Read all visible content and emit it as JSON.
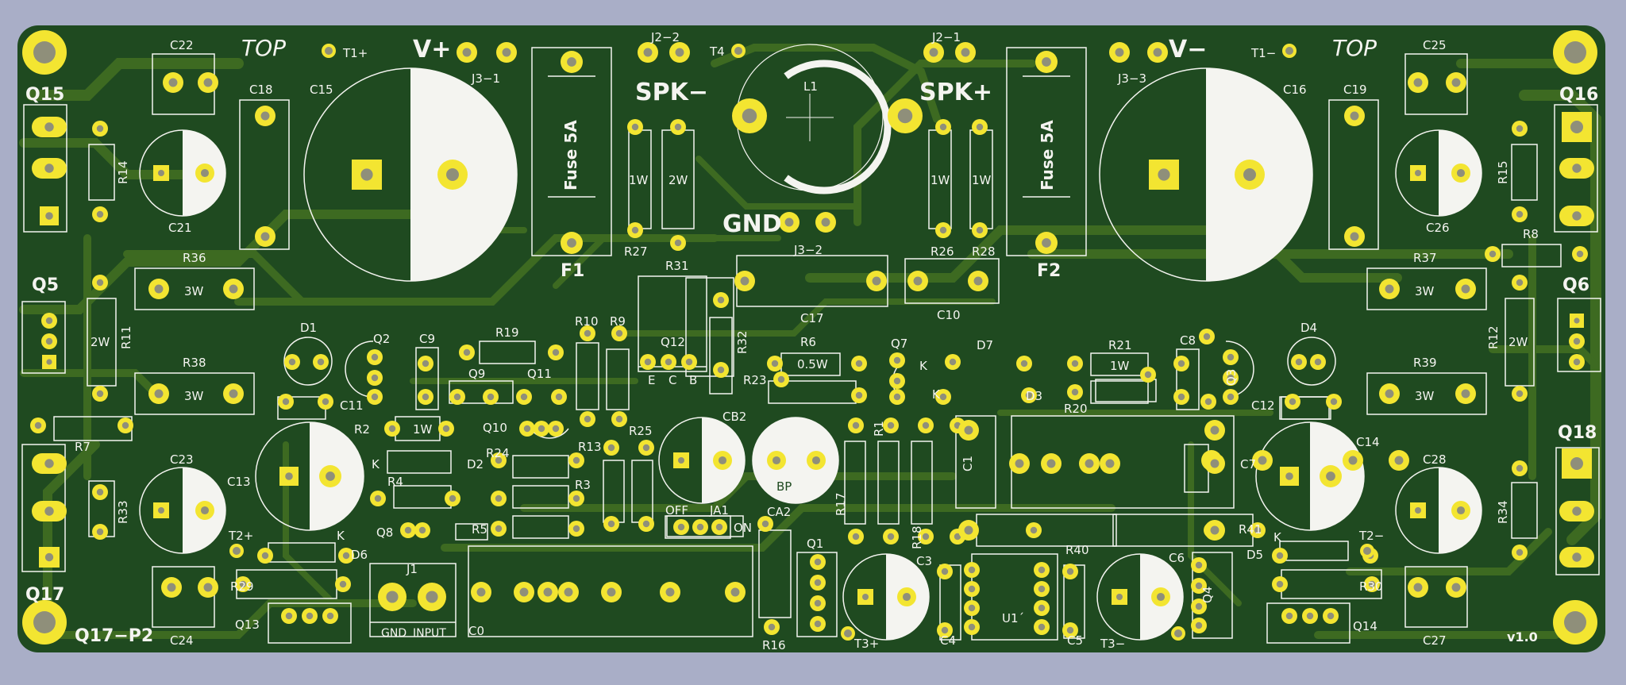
{
  "colors": {
    "background": "#a9aec7",
    "board": "#1f4a20",
    "copper": "#58802a",
    "trace": "#3f6b22",
    "silk": "#f4f4f0",
    "pad": "#f3e531",
    "hole": "#8f8f7a"
  },
  "board_texts": [
    {
      "id": "top-left",
      "text": "TOP",
      "italic": true
    },
    {
      "id": "top-right",
      "text": "TOP",
      "italic": true
    },
    {
      "id": "v-plus",
      "text": "V+",
      "bold": true
    },
    {
      "id": "v-minus",
      "text": "V−",
      "bold": true
    },
    {
      "id": "spk-minus",
      "text": "SPK−",
      "bold": true
    },
    {
      "id": "spk-plus",
      "text": "SPK+",
      "bold": true
    },
    {
      "id": "gnd",
      "text": "GND",
      "bold": true
    },
    {
      "id": "f1",
      "text": "F1",
      "bold": true
    },
    {
      "id": "f2",
      "text": "F2",
      "bold": true
    },
    {
      "id": "q15",
      "text": "Q15",
      "bold": true
    },
    {
      "id": "q16",
      "text": "Q16",
      "bold": true
    },
    {
      "id": "q5",
      "text": "Q5",
      "bold": true
    },
    {
      "id": "q6",
      "text": "Q6",
      "bold": true
    },
    {
      "id": "q17",
      "text": "Q17",
      "bold": true
    },
    {
      "id": "q18",
      "text": "Q18",
      "bold": true
    },
    {
      "id": "q17-p2",
      "text": "Q17−P2",
      "bold": true
    },
    {
      "id": "version",
      "text": "v1.0",
      "bold": true
    }
  ],
  "labels": {
    "t1p": "T1+",
    "t4": "T4",
    "t1m": "T1−",
    "j3_1": "J3−1",
    "j2_2": "J2−2",
    "j2_1": "J2−1",
    "j3_3": "J3−3",
    "j3_2": "J3−2",
    "c22": "C22",
    "c25": "C25",
    "c18": "C18",
    "c15": "C15",
    "c16": "C16",
    "c19": "C19",
    "l1": "L1",
    "c21": "C21",
    "c26": "C26",
    "r14": "R14",
    "r15": "R15",
    "fuse_left": "Fuse 5A",
    "fuse_right": "Fuse 5A",
    "r27": "R27",
    "r31": "R31",
    "r26": "R26",
    "r28": "R28",
    "w1a": "1W",
    "w2a": "2W",
    "w1b": "1W",
    "w1c": "1W",
    "r36": "R36",
    "r37": "R37",
    "r8": "R8",
    "w3a": "3W",
    "w3b": "3W",
    "c17": "C17",
    "c10": "C10",
    "r11": "R11",
    "r12": "R12",
    "w2b": "2W",
    "w2c": "2W",
    "d1": "D1",
    "q2": "Q2",
    "c9": "C9",
    "r19": "R19",
    "r10": "R10",
    "r9": "R9",
    "q12": "Q12",
    "r32": "R32",
    "r6": "R6",
    "w05": "0.5W",
    "q7": "Q7",
    "d7": "D7",
    "r21": "R21",
    "c8": "C8",
    "d4": "D4",
    "q3": "Q3",
    "r38": "R38",
    "w3c": "3W",
    "r39": "R39",
    "w3d": "3W",
    "c11": "C11",
    "c12": "C12",
    "q9": "Q9",
    "q11": "Q11",
    "ebc_e": "E",
    "ebc_c": "C",
    "ebc_b": "B",
    "r23": "R23",
    "k1": "K",
    "k2": "K",
    "d3": "D3",
    "w1d": "1W",
    "r20": "R20",
    "r7": "R7",
    "r2": "R2",
    "w1e": "1W",
    "q10": "Q10",
    "r25": "R25",
    "cb2": "CB2",
    "bp": "BP",
    "r1": "R1",
    "c1": "C1",
    "c7": "C7",
    "c14": "C14",
    "c23": "C23",
    "c13": "C13",
    "k3": "K",
    "d2": "D2",
    "r24": "R24",
    "r13": "R13",
    "r4": "R4",
    "r3": "R3",
    "c28": "C28",
    "r33": "R33",
    "r34": "R34",
    "off": "OFF",
    "ja1": "JA1",
    "on": "ON",
    "ca2": "CA2",
    "r17": "R17",
    "r18": "R18",
    "q8": "Q8",
    "r5": "R5",
    "r40": "R40",
    "r41": "R41",
    "t2p": "T2+",
    "t2m": "T2−",
    "k4": "K",
    "k5": "K",
    "d6": "D6",
    "d5": "D5",
    "j1": "J1",
    "q1": "Q1",
    "c3": "C3",
    "c6": "C6",
    "q4": "Q4",
    "r29": "R29",
    "r30": "R30",
    "c24": "C24",
    "q13": "Q13",
    "gnd_j1": "GND",
    "input_j1": "INPUT",
    "c0": "C0",
    "r16": "R16",
    "t3p": "T3+",
    "c4": "C4",
    "u1": "U1´",
    "c5": "C5",
    "t3m": "T3−",
    "q14": "Q14",
    "c27": "C27"
  }
}
